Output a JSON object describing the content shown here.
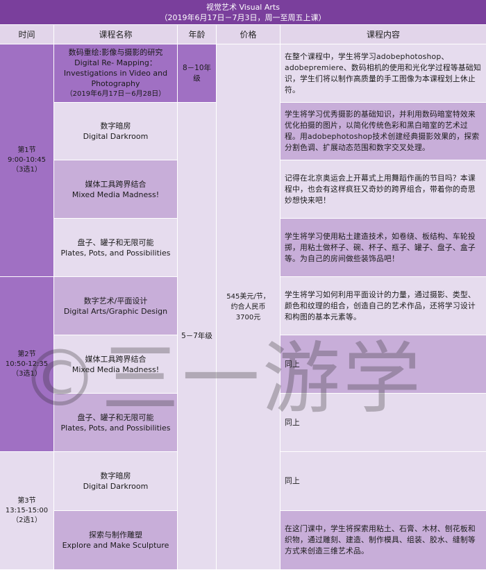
{
  "header": {
    "title": "视觉艺术 Visual Arts",
    "subtitle": "（2019年6月17日－7月3日，周一至周五上课）"
  },
  "columns": {
    "time": "时间",
    "course": "课程名称",
    "grade": "年龄",
    "price": "价格",
    "content": "课程内容"
  },
  "sessions": [
    {
      "name": "第1节",
      "time": "9:00-10:45",
      "note": "（3选1）"
    },
    {
      "name": "第2节",
      "time": "10:50-12:35",
      "note": "（3选1）"
    },
    {
      "name": "第3节",
      "time": "13:15-15:00",
      "note": "（2选1）"
    }
  ],
  "grades": {
    "g1": "8－10年级",
    "g2": "5－7年级"
  },
  "price": {
    "line1": "545美元/节，",
    "line2": "约合人民币",
    "line3": "3700元"
  },
  "rows": [
    {
      "name_cn": "数码重绘:影像与摄影的研究",
      "name_en1": "Digital Re- Mapping：",
      "name_en2": "Investigations in Video and",
      "name_en3": "Photography",
      "name_note": "（2019年6月17日－6月28日）",
      "content": "在整个课程中，学生将学习adobephotoshop、adobepremiere、数码相机的使用和光化学过程等基础知识，学生们将以制作高质量的手工图像为本课程划上休止符。"
    },
    {
      "name_cn": "数字暗房",
      "name_en": "Digital Darkroom",
      "content": "学生将学习优秀摄影的基础知识，并利用数码暗室特效来优化拍摄的图片，以简化传统色彩和黑白暗室的艺术过程。用adobephotoshop技术创建经典摄影效果的，探索分割色调、扩展动态范围和数字交叉处理。"
    },
    {
      "name_cn": "媒体工具跨界结合",
      "name_en": "Mixed Media Madness!",
      "content": "记得在北京奥运会上开幕式上用舞蹈作画的节目吗？本课程中，也会有这样疯狂又奇妙的跨界组合，带着你的奇思妙想快来吧！"
    },
    {
      "name_cn": "盘子、罐子和无限可能",
      "name_en": "Plates, Pots, and Possibilities",
      "content": "学生将学习使用粘土建造技术，如卷绕、板结构、车轮投掷，用粘土做杯子、碗、杯子、瓶子、罐子、盘子、盒子等。为自己的房间做些装饰品吧！"
    },
    {
      "name_cn": "数字艺术/平面设计",
      "name_en": "Digital Arts/Graphic Design",
      "content": "学生将学习如何利用平面设计的力量，通过摄影、类型、颜色和纹理的组合，创造自己的艺术作品，还将学习设计和构图的基本元素等。"
    },
    {
      "name_cn": "媒体工具跨界结合",
      "name_en": "Mixed Media Madness!",
      "content": "同上"
    },
    {
      "name_cn": "盘子、罐子和无限可能",
      "name_en": "Plates, Pots, and Possibilities",
      "content": "同上"
    },
    {
      "name_cn": "数字暗房",
      "name_en": "Digital Darkroom",
      "content": "同上"
    },
    {
      "name_cn": "探索与制作雕塑",
      "name_en": "Explore and Make Sculpture",
      "content": "在这门课中，学生将探索用粘土、石膏、木材、刨花板和织物，通过雕刻、建造、制作模具、组装、胶水、缝制等方式来创造三维艺术品。"
    }
  ],
  "watermark": "©三一游学"
}
